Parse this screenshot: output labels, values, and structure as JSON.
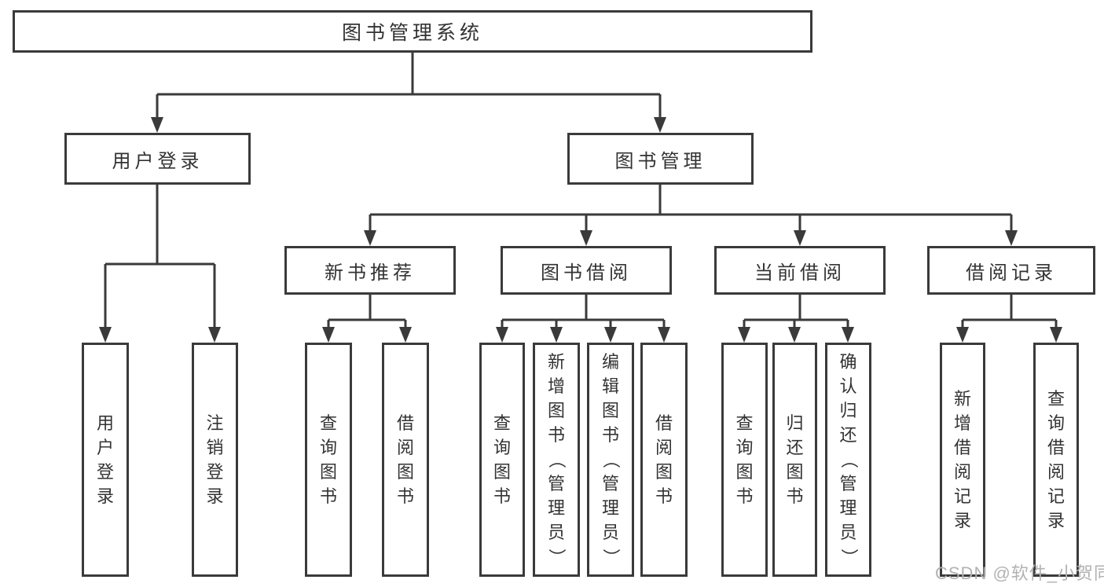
{
  "diagram": {
    "title": "图书管理系统",
    "nodes": [
      {
        "id": "root",
        "label": "图书管理系统",
        "level": 1
      },
      {
        "id": "login",
        "label": "用户登录",
        "level": 2
      },
      {
        "id": "mgmt",
        "label": "图书管理",
        "level": 2
      },
      {
        "id": "rec",
        "label": "新书推荐",
        "level": 3
      },
      {
        "id": "borrow",
        "label": "图书借阅",
        "level": 3
      },
      {
        "id": "current",
        "label": "当前借阅",
        "level": 3
      },
      {
        "id": "record",
        "label": "借阅记录",
        "level": 3
      },
      {
        "id": "a1",
        "label": "用户登录",
        "level": 4
      },
      {
        "id": "a2",
        "label": "注销登录",
        "level": 4
      },
      {
        "id": "b1",
        "label": "查询图书",
        "level": 4
      },
      {
        "id": "b2",
        "label": "借阅图书",
        "level": 4
      },
      {
        "id": "c1",
        "label": "查询图书",
        "level": 4
      },
      {
        "id": "c2",
        "label": "新增图书（管理员）",
        "level": 4
      },
      {
        "id": "c3",
        "label": "编辑图书（管理员）",
        "level": 4
      },
      {
        "id": "c4",
        "label": "借阅图书",
        "level": 4
      },
      {
        "id": "d1",
        "label": "查询图书",
        "level": 4
      },
      {
        "id": "d2",
        "label": "归还图书",
        "level": 4
      },
      {
        "id": "d3",
        "label": "确认归还（管理员）",
        "level": 4
      },
      {
        "id": "e1",
        "label": "新增借阅记录",
        "level": 4
      },
      {
        "id": "e2",
        "label": "查询借阅记录",
        "level": 4
      }
    ],
    "edges": [
      {
        "from": "root",
        "to": "login"
      },
      {
        "from": "root",
        "to": "mgmt"
      },
      {
        "from": "login",
        "to": "a1"
      },
      {
        "from": "login",
        "to": "a2"
      },
      {
        "from": "mgmt",
        "to": "rec"
      },
      {
        "from": "mgmt",
        "to": "borrow"
      },
      {
        "from": "mgmt",
        "to": "current"
      },
      {
        "from": "mgmt",
        "to": "record"
      },
      {
        "from": "rec",
        "to": "b1"
      },
      {
        "from": "rec",
        "to": "b2"
      },
      {
        "from": "borrow",
        "to": "c1"
      },
      {
        "from": "borrow",
        "to": "c2"
      },
      {
        "from": "borrow",
        "to": "c3"
      },
      {
        "from": "borrow",
        "to": "c4"
      },
      {
        "from": "current",
        "to": "d1"
      },
      {
        "from": "current",
        "to": "d2"
      },
      {
        "from": "current",
        "to": "d3"
      },
      {
        "from": "record",
        "to": "e1"
      },
      {
        "from": "record",
        "to": "e2"
      }
    ]
  },
  "watermark": {
    "text": "CSDN @软件_小贺同学"
  },
  "colors": {
    "line": "#3a3a3a",
    "text": "#333333",
    "watermark": "#b2b2b2",
    "background": "#ffffff"
  }
}
